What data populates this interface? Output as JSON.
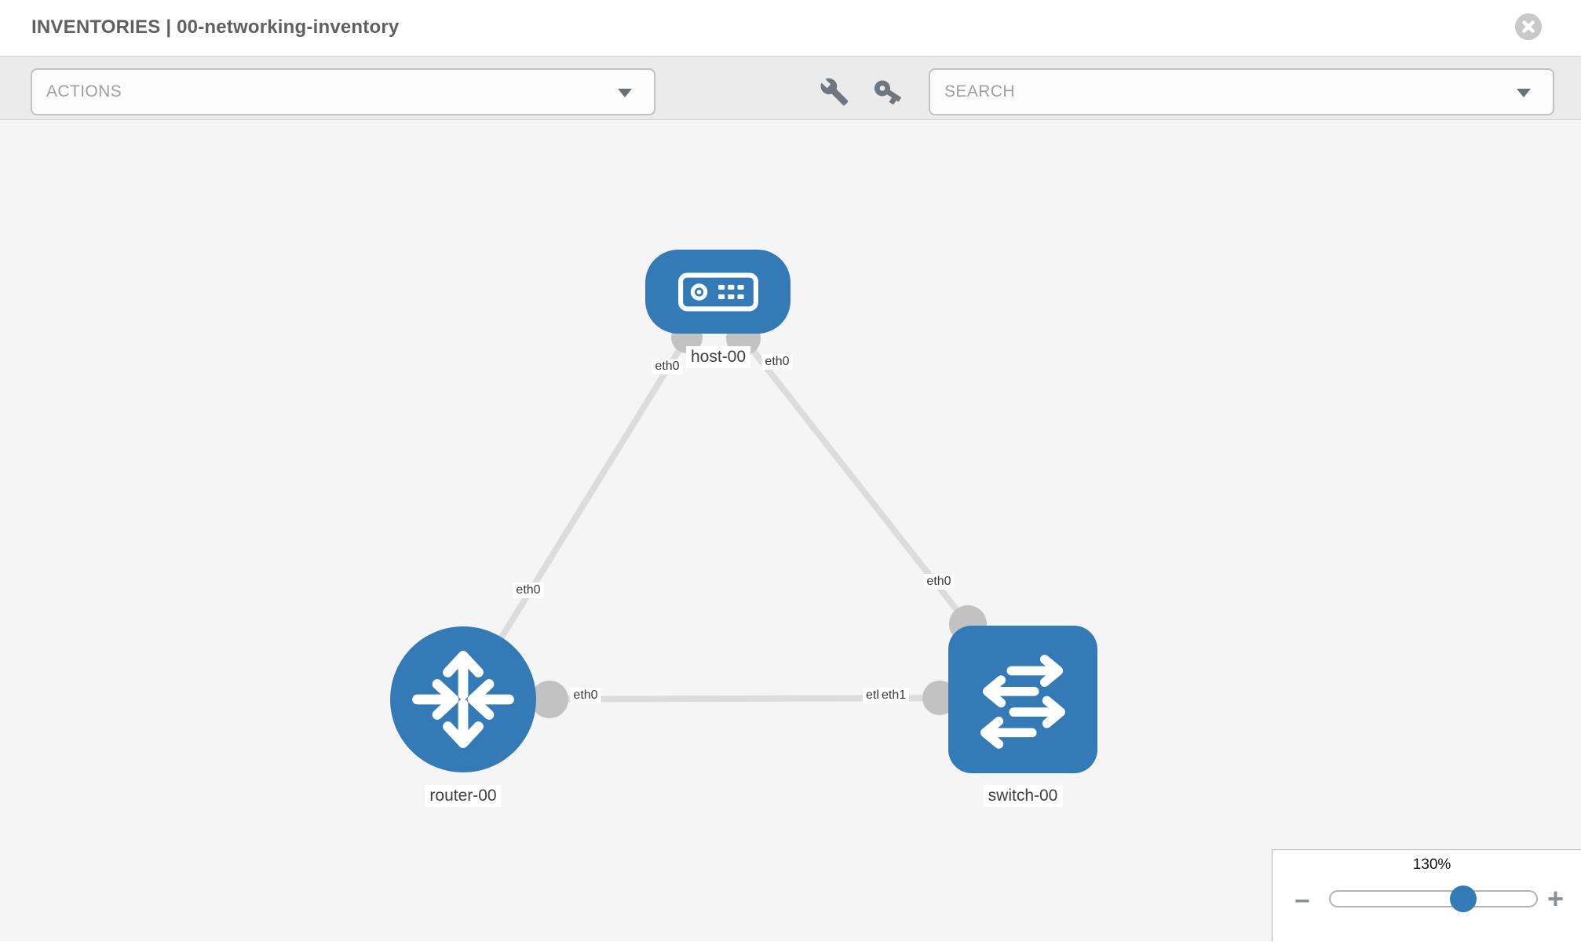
{
  "header": {
    "title": "INVENTORIES | 00-networking-inventory"
  },
  "toolbar": {
    "actions": "ACTIONS",
    "search": "SEARCH"
  },
  "topology": {
    "nodes": [
      {
        "label": "host-00",
        "type": "host"
      },
      {
        "label": "router-00",
        "type": "router"
      },
      {
        "label": "switch-00",
        "type": "switch"
      }
    ],
    "links": [
      {
        "from": "host-00",
        "from_if": "eth0",
        "to": "router-00",
        "to_if": "eth0"
      },
      {
        "from": "host-00",
        "from_if": "eth0",
        "to": "switch-00",
        "to_if": "eth0"
      },
      {
        "from": "router-00",
        "from_if": "eth0",
        "to": "switch-00",
        "to_if": "eth1"
      }
    ],
    "interfaces": {
      "host_left": "eth0",
      "host_right": "eth0",
      "link_host_router_lower": "eth0",
      "link_host_switch_lower": "eth0",
      "link_router_switch_left": "eth0",
      "link_router_switch_right_back": "eth1",
      "link_router_switch_right_front": "eth1"
    }
  },
  "zoom_control": {
    "level": "130%",
    "minus": "−",
    "plus": "+"
  },
  "colors": {
    "node_blue": "#337ab7",
    "link_gray": "#dcdcdc",
    "port_gray": "#c2c2c2",
    "toolbar_gray": "#ebebeb"
  }
}
